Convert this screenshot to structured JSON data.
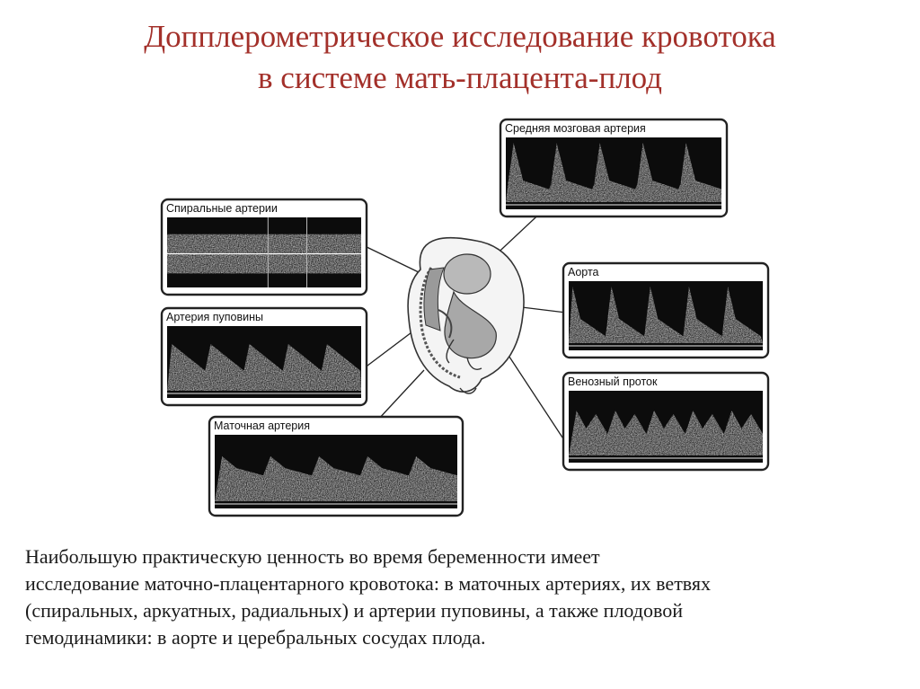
{
  "title": {
    "line1": "Допплерометрическое исследование кровотока",
    "line2": "в системе мать-плацента-плод"
  },
  "panels": [
    {
      "id": "spiral",
      "label": "Спиральные артерии",
      "wave": "band"
    },
    {
      "id": "umbilical",
      "label": "Артерия пуповины",
      "wave": "saw"
    },
    {
      "id": "uterine",
      "label": "Маточная артерия",
      "wave": "uterine"
    },
    {
      "id": "mca",
      "label": "Средняя мозговая артерия",
      "wave": "spike"
    },
    {
      "id": "aorta",
      "label": "Аорта",
      "wave": "aorta"
    },
    {
      "id": "venous",
      "label": "Венозный проток",
      "wave": "venous"
    }
  ],
  "description": {
    "line1": "Наибольшую практическую ценность во время беременности имеет",
    "line2": "исследование маточно-плацентарного кровотока: в маточных артериях, их ветвях",
    "line3": "(спиральных, аркуатных, радиальных) и артерии пуповины, а также плодовой",
    "line4": "гемодинамики: в аорте и церебральных сосудах плода."
  },
  "colors": {
    "title": "#a3302a",
    "panel_border": "#222222",
    "wave_bg": "#0c0c0c",
    "wave_fill": "#d9d9d9"
  },
  "icons": [
    "fetus-in-uterus-icon"
  ]
}
